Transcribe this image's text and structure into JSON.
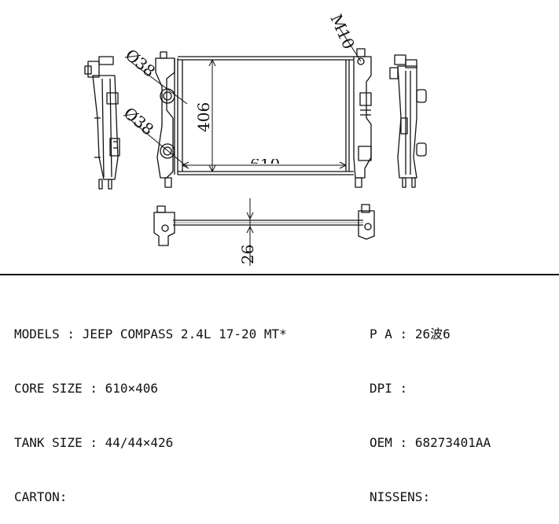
{
  "drawing": {
    "dimensions": {
      "bolt": "M10",
      "inlet_diameter": "Ø38",
      "outlet_diameter": "Ø38",
      "core_height": "406",
      "core_width": "610",
      "tank_thickness": "26"
    }
  },
  "specs": {
    "left": [
      {
        "label": "MODELS",
        "value": "JEEP COMPASS 2.4L 17-20 MT*"
      },
      {
        "label": "CORE SIZE",
        "value": "610×406"
      },
      {
        "label": "TANK SIZE",
        "value": "44/44×426"
      },
      {
        "label": "CARTON",
        "value": ""
      }
    ],
    "right": [
      {
        "label": "P A",
        "value": "26波6"
      },
      {
        "label": "DPI",
        "value": ""
      },
      {
        "label": "OEM",
        "value": "68273401AA"
      },
      {
        "label": "NISSENS",
        "value": ""
      }
    ]
  }
}
